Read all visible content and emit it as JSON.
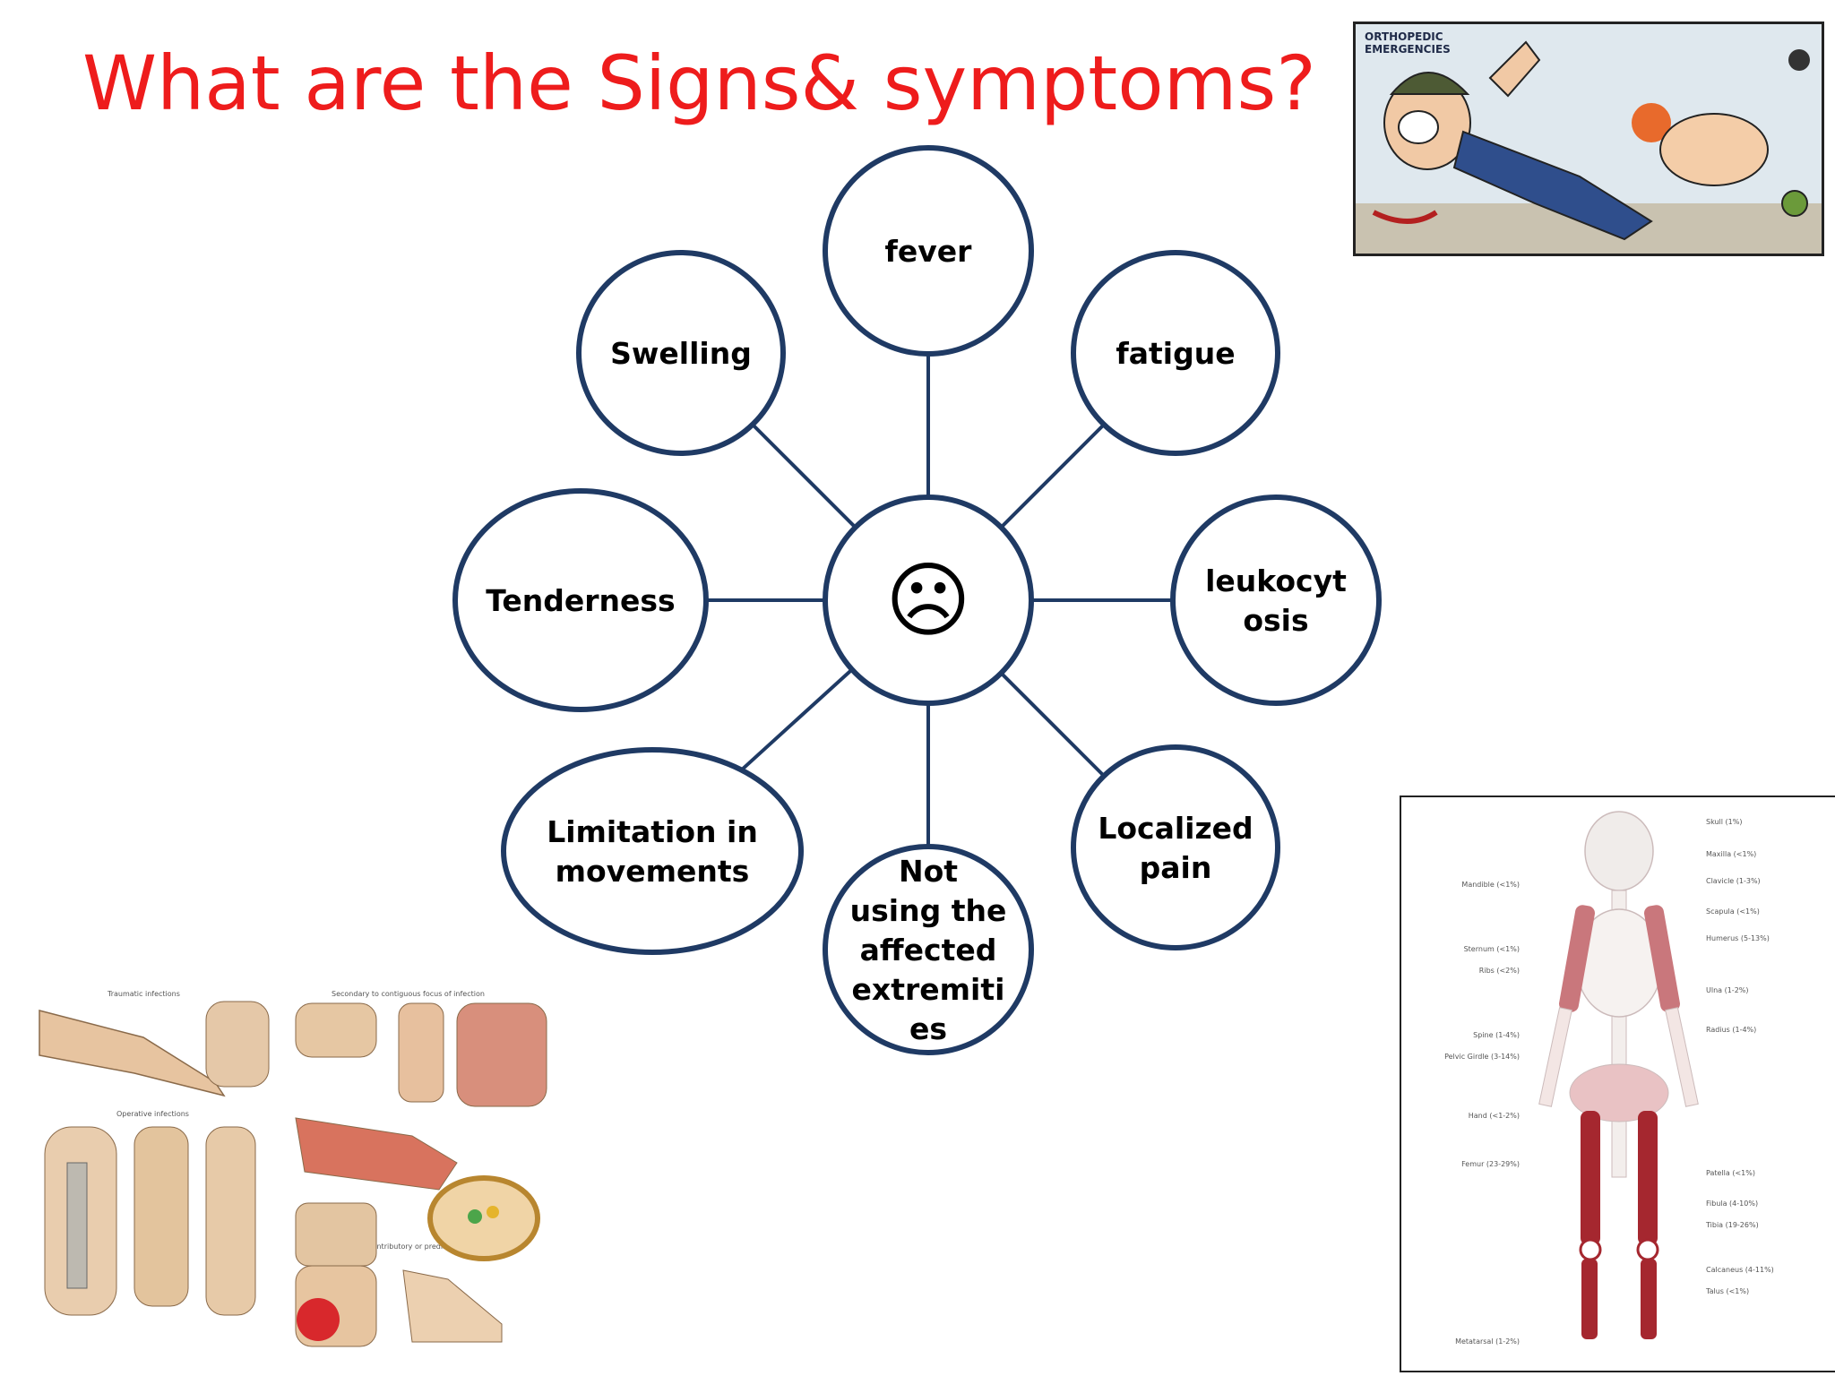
{
  "slide": {
    "title": "What are the Signs& symptoms?",
    "title_color": "#ee1c1c"
  },
  "diagram": {
    "center_symbol": "☹",
    "node_stroke_color": "#1f3a64",
    "connector_color": "#1f3a64",
    "nodes": [
      {
        "id": "fever",
        "lines": [
          "fever"
        ]
      },
      {
        "id": "fatigue",
        "lines": [
          "fatigue"
        ]
      },
      {
        "id": "leukocytosis",
        "lines": [
          "leukocyt",
          "osis"
        ]
      },
      {
        "id": "localized-pain",
        "lines": [
          "Localized",
          "pain"
        ]
      },
      {
        "id": "not-using",
        "lines": [
          "Not",
          "using the",
          "affected",
          "extremiti",
          "es"
        ]
      },
      {
        "id": "limitation",
        "lines": [
          "Limitation in",
          "movements"
        ]
      },
      {
        "id": "tenderness",
        "lines": [
          "Tenderness"
        ]
      },
      {
        "id": "swelling",
        "lines": [
          "Swelling"
        ]
      }
    ]
  },
  "images": {
    "cartoon": {
      "title_lines": [
        "ORTHOPEDIC",
        "EMERGENCIES"
      ],
      "icon": "orthopedic-emergencies-cartoon"
    },
    "skeleton": {
      "icon": "skeleton-bone-distribution-chart",
      "labels_left": [
        "Mandible (<1%)",
        "Sternum (<1%)",
        "Ribs (<2%)",
        "Spine (1-4%)",
        "Pelvic Girdle (3-14%)",
        "Hand (<1-2%)",
        "Femur (23-29%)",
        "Metatarsal (1-2%)"
      ],
      "labels_right": [
        "Skull (1%)",
        "Maxilla (<1%)",
        "Clavicle (1-3%)",
        "Scapula (<1%)",
        "Humerus (5-13%)",
        "Ulna (1-2%)",
        "Radius (1-4%)",
        "Patella (<1%)",
        "Fibula (4-10%)",
        "Tibia (19-26%)",
        "Calcaneus (4-11%)",
        "Talus (<1%)"
      ]
    },
    "infection": {
      "icon": "osteomyelitis-infection-illustration",
      "headings": [
        "Traumatic infections",
        "Secondary to contiguous focus of infection",
        "Operative infections",
        "Contributory or predisposing factors"
      ]
    }
  }
}
